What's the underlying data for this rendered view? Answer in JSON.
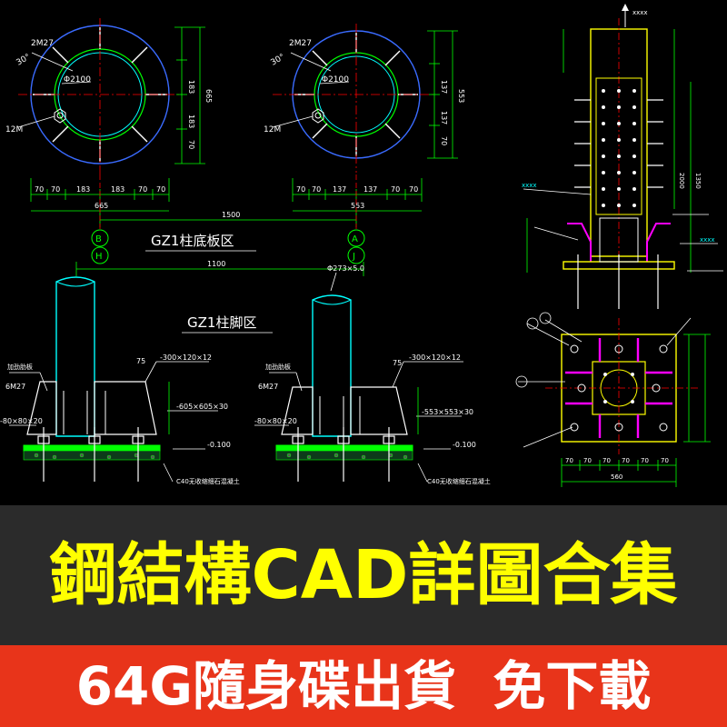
{
  "drawing": {
    "label_gz1_base_plate": "GZ1柱底板区",
    "label_gz1_foot": "GZ1柱脚区",
    "dims_left_plate_bottom": [
      "70",
      "70",
      "183",
      "183",
      "70",
      "70"
    ],
    "dims_right_plate_bottom": [
      "70",
      "70",
      "137",
      "137",
      "70",
      "70"
    ],
    "dim_left_total": "665",
    "dim_right_total": "553",
    "dims_left_plate_side": [
      "183",
      "183",
      "70"
    ],
    "dims_right_plate_side": [
      "137",
      "137",
      "70"
    ],
    "dim_left_side_total": "665",
    "dim_right_side_total": "553",
    "dim_span": "1500",
    "dim_span_top": "1100",
    "axis_b": "B",
    "axis_h": "H",
    "axis_a": "A",
    "axis_j": "J",
    "note_bolt_left": "2M27",
    "note_bolt_right": "2M27",
    "note_angle": "30°",
    "note_pipe_left": "Φ2100",
    "note_pipe_right": "Φ2100",
    "note_rib_left": "-300×120×12",
    "note_rib_right": "-300×120×12",
    "note_plate_left": "-605×605×30",
    "note_plate_right": "-553×553×30",
    "note_washer_left": "-80×80×20",
    "note_washer_right": "-80×80×20",
    "note_elev_left": "-0.100",
    "note_elev_right": "-0.100",
    "note_grout_left": "C40无收缩细石混凝土",
    "note_grout_right": "C40无收缩细石混凝土",
    "note_pipe_top_right": "Φ273×5.0",
    "note_75_left": "75",
    "note_75_right": "75",
    "note_6m27_left": "6M27",
    "note_6m27_right": "6M27",
    "note_12m": "12M",
    "dims_right_view_bottom": [
      "70",
      "70",
      "70",
      "70",
      "70",
      "70"
    ],
    "dim_right_view_total": "560"
  },
  "banner": {
    "title": "鋼結構CAD詳圖合集",
    "subtitle": "64G隨身碟出貨  免下載"
  },
  "colors": {
    "background": "#000000",
    "banner_bg": "#2b2b2b",
    "title_color": "#ffff00",
    "subtitle_bg": "#e8341a",
    "subtitle_color": "#ffffff",
    "cad_cyan": "#00ffff",
    "cad_green": "#00ff00",
    "cad_yellow": "#ffff00",
    "cad_white": "#ffffff",
    "cad_red": "#ff0000",
    "cad_magenta": "#ff00ff",
    "cad_blue": "#3a6bff"
  }
}
